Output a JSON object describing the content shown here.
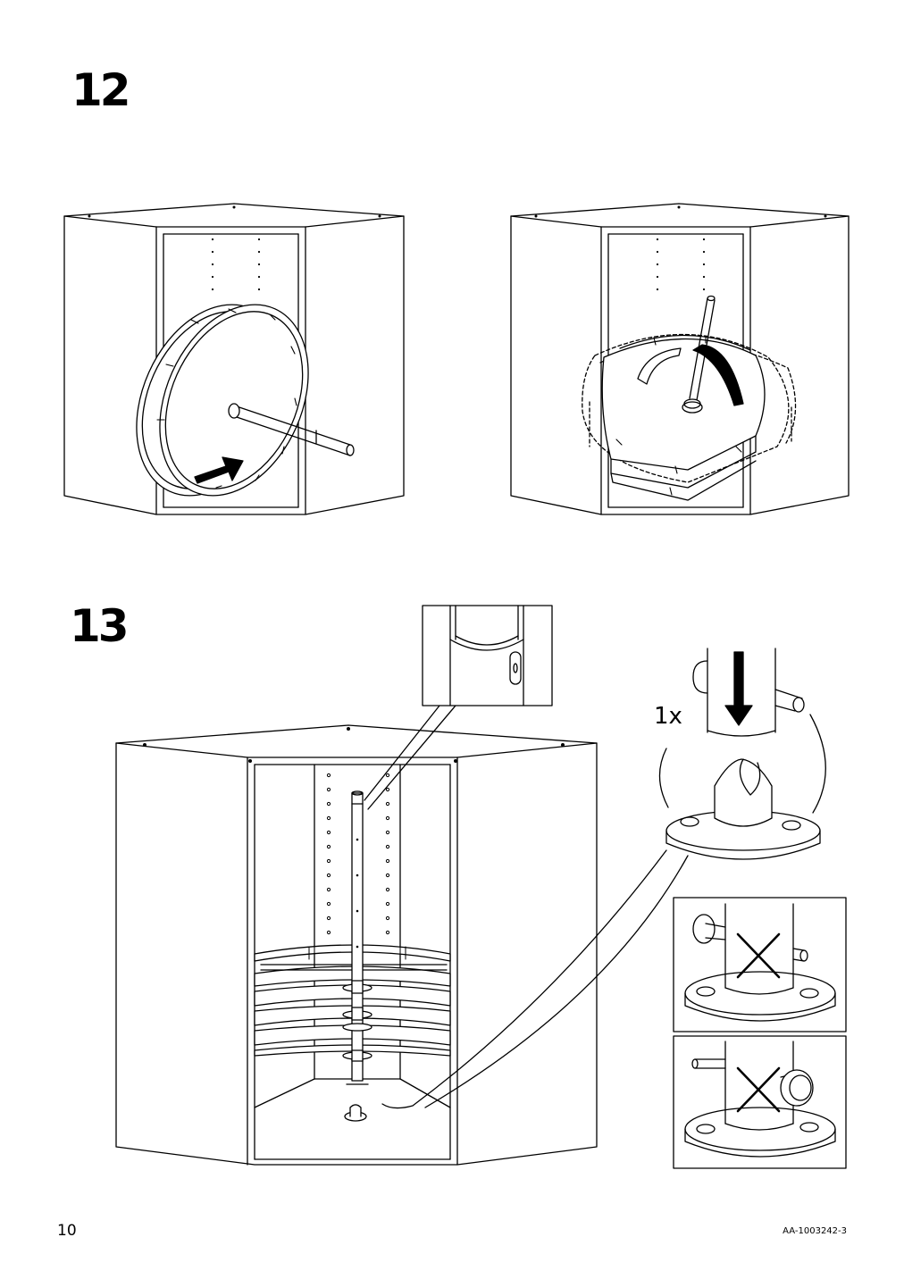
{
  "steps": [
    {
      "number": "12"
    },
    {
      "number": "13",
      "quantity_label": "1x"
    }
  ],
  "footer": {
    "page_number": "10",
    "document_code": "AA-1003242-3"
  },
  "icons": [
    "push-arrow-icon",
    "rotate-arrow-icon",
    "down-arrow-icon",
    "wrong-cross-icon"
  ]
}
